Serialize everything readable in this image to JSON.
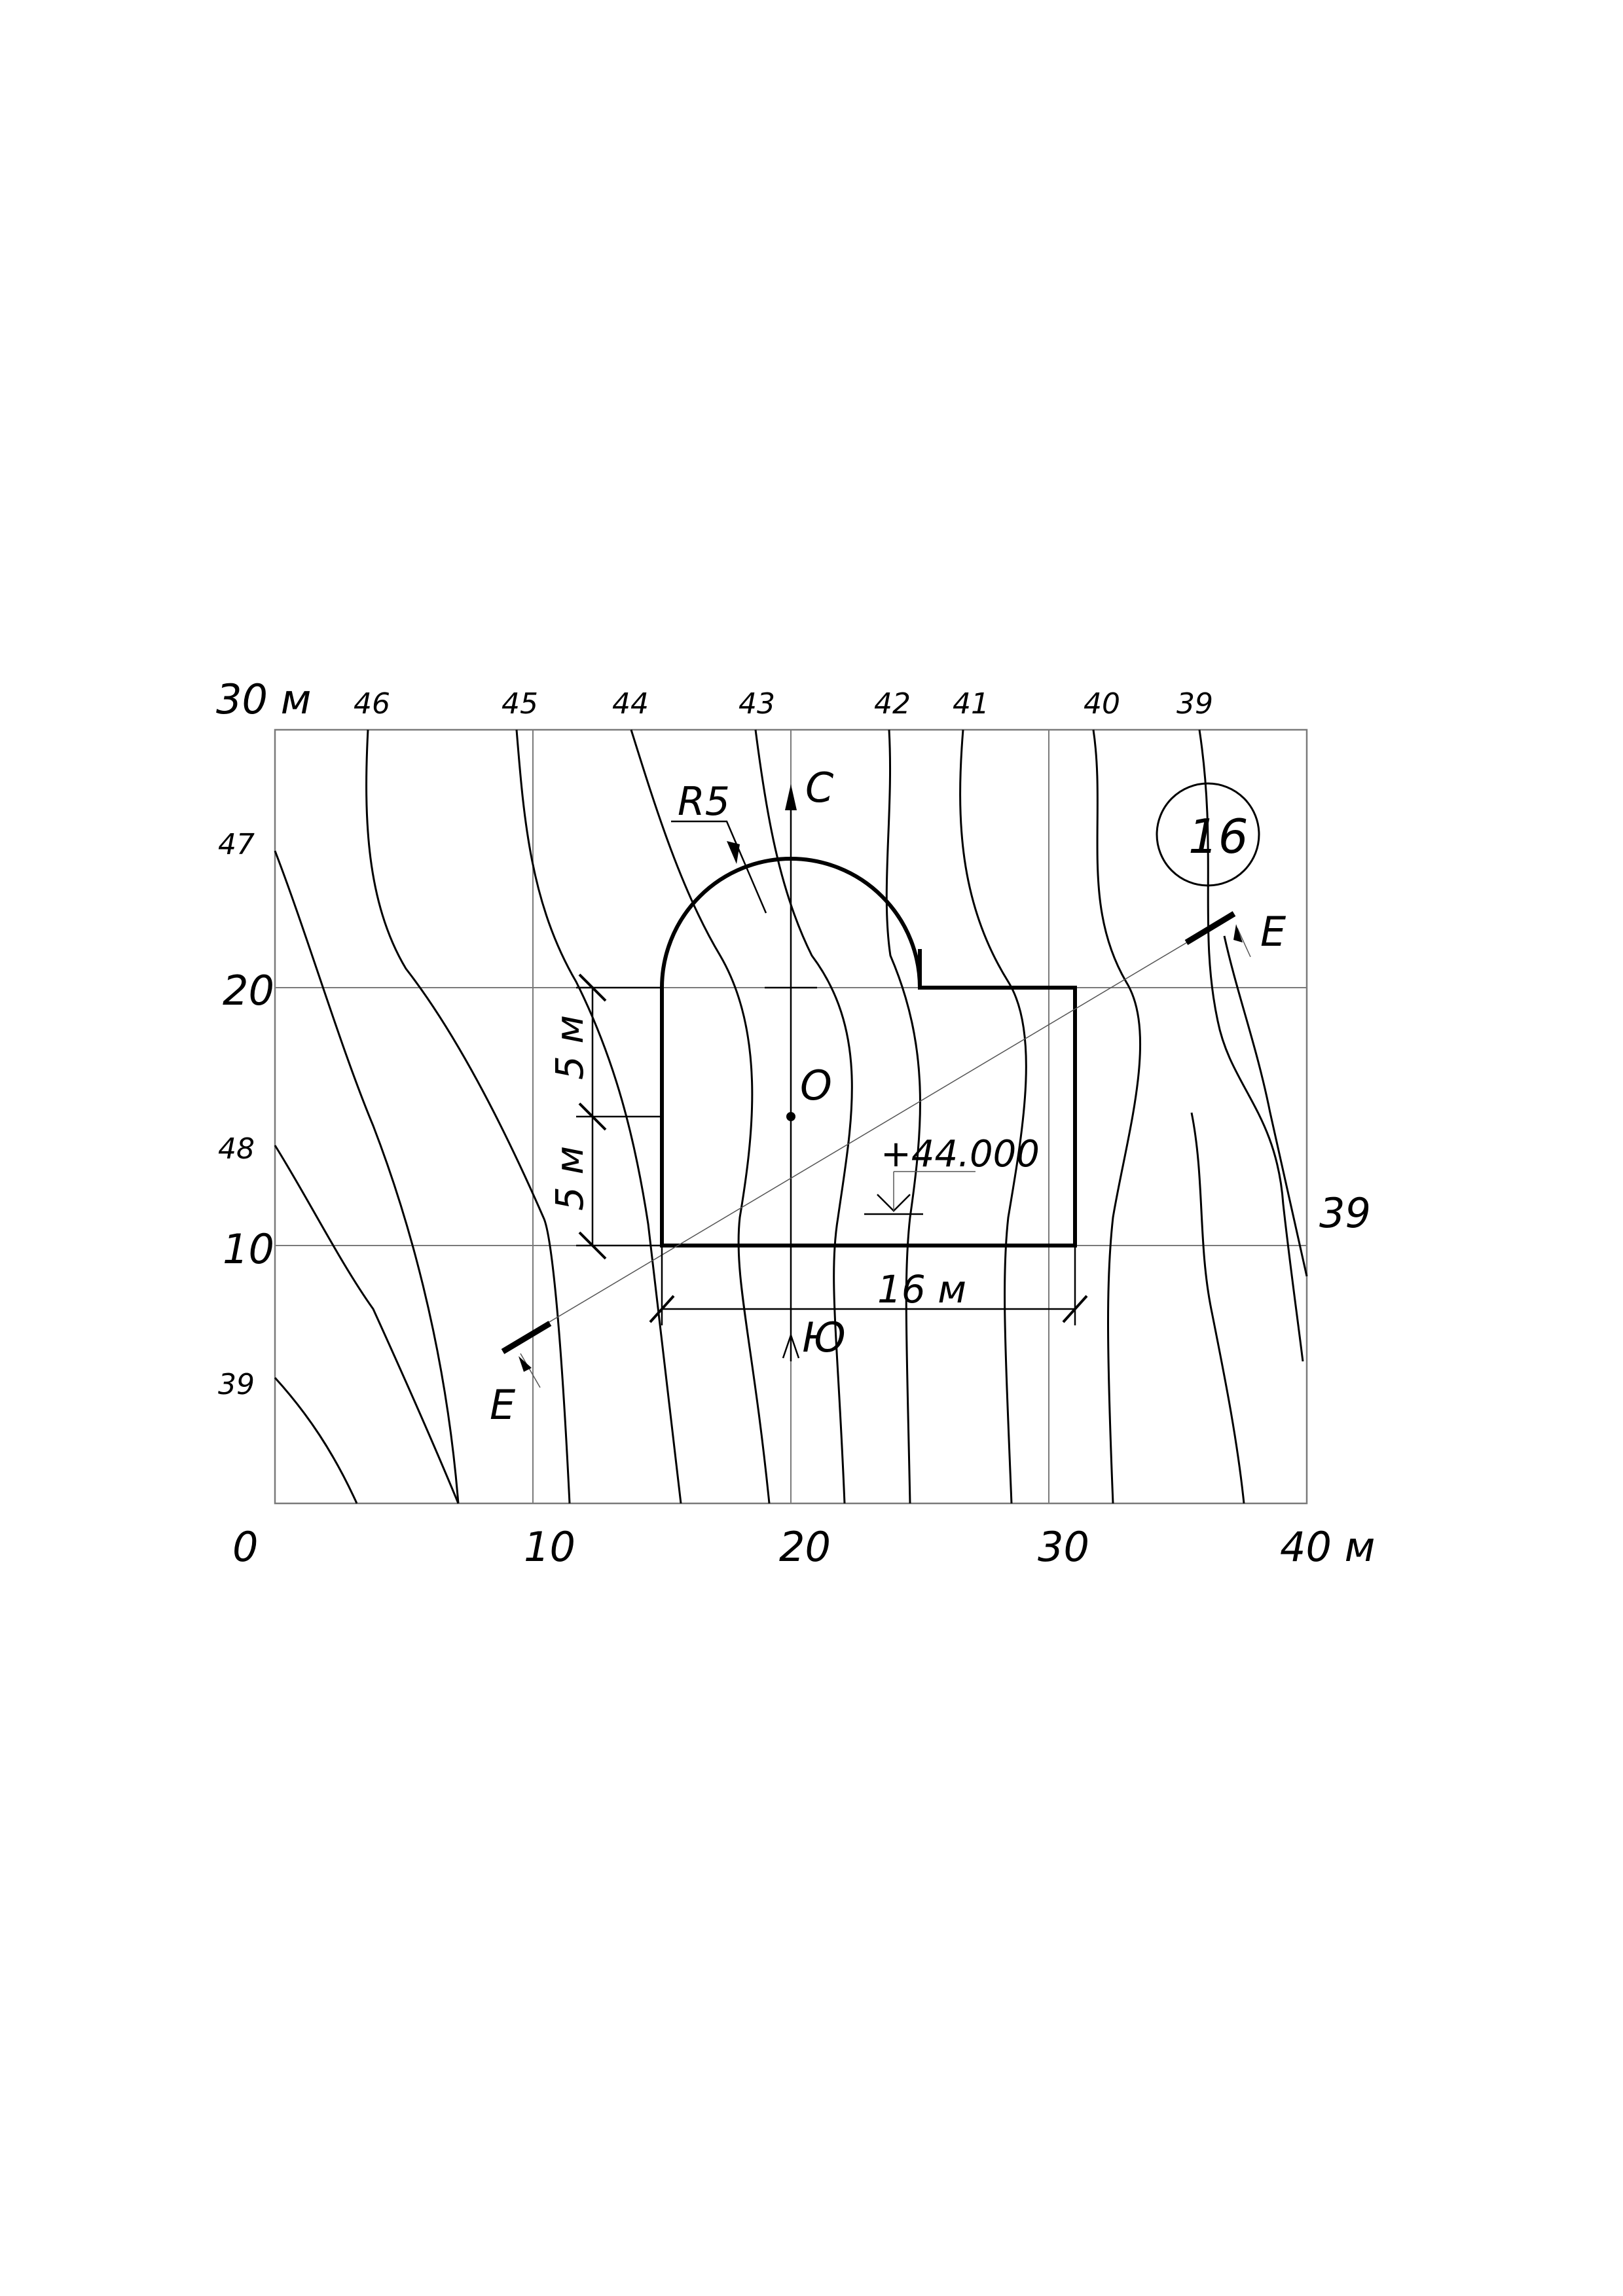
{
  "drawing": {
    "variant_number": "16",
    "axis_x": {
      "unit_label": "м",
      "range": [
        0,
        40
      ],
      "ticks": [
        {
          "value": 0,
          "label": "0"
        },
        {
          "value": 10,
          "label": "10"
        },
        {
          "value": 20,
          "label": "20"
        },
        {
          "value": 30,
          "label": "30"
        },
        {
          "value": 40,
          "label": "40 м"
        }
      ]
    },
    "axis_y": {
      "range": [
        0,
        30
      ],
      "ticks": [
        {
          "value": 10,
          "label": "10"
        },
        {
          "value": 20,
          "label": "20"
        },
        {
          "value": 30,
          "label": "30 м"
        }
      ]
    },
    "contour_labels_top": [
      "46",
      "45",
      "44",
      "43",
      "42",
      "41",
      "40",
      "39"
    ],
    "contour_labels_left": [
      "47",
      "48",
      "39"
    ],
    "contour_label_right": "39",
    "north_label": "С",
    "south_label": "Ю",
    "center_point_label": "О",
    "radius_label": "R5",
    "elevation_label": "+44.000",
    "section_label_start": "Е",
    "section_label_end": "Е",
    "dimensions": {
      "width_label": "16 м",
      "height_upper_label": "5 м",
      "height_lower_label": "5 м"
    },
    "building": {
      "rect_x": [
        15,
        31
      ],
      "rect_y": [
        10,
        20
      ],
      "arc_center": [
        20,
        20
      ],
      "arc_radius": 5,
      "center_point": [
        20,
        15
      ]
    }
  }
}
